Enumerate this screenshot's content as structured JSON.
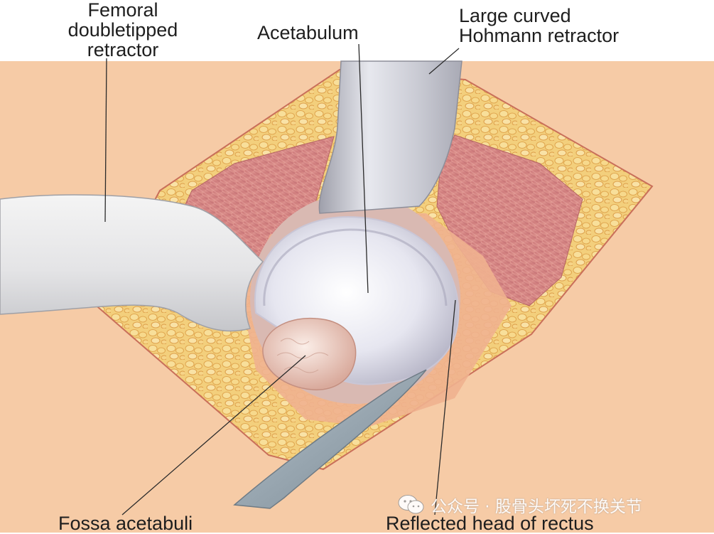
{
  "labels": {
    "femoral_line1": "Femoral",
    "femoral_line2": "doubletipped",
    "femoral_line3": "retractor",
    "acetabulum": "Acetabulum",
    "hohmann_line1": "Large curved",
    "hohmann_line2": "Hohmann retractor",
    "fossa": "Fossa acetabuli",
    "rectus": "Reflected head of rectus"
  },
  "watermark": {
    "text": "公众号 · 股骨头坏死不换关节",
    "icon": "wechat-icon"
  },
  "colors": {
    "skin": "#f6cba6",
    "skin_edge": "#c96f5a",
    "fat": "#f2c86e",
    "muscle": "#d98884",
    "retractor": "#dcdde3",
    "cartilage": "#e9e7f0",
    "fossa": "#f1d2c8",
    "leader": "#2a2a2a"
  }
}
